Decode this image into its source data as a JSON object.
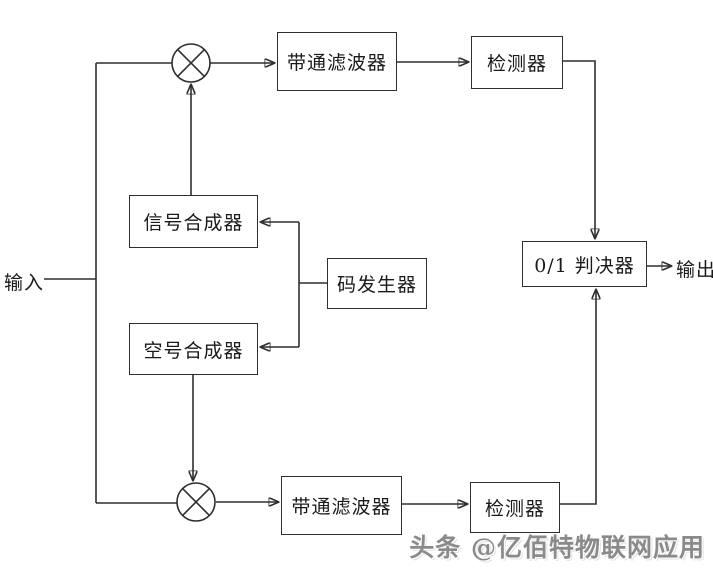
{
  "diagram": {
    "type": "block-diagram",
    "subject": "FSK modulator/demodulator signal chain",
    "labels": {
      "input": "输入",
      "output": "输出"
    },
    "blocks": {
      "bandpass_top": "带通滤波器",
      "detector_top": "检测器",
      "mark_synthesizer": "信号合成器",
      "code_generator": "码发生器",
      "space_synthesizer": "空号合成器",
      "decision": "0/1 判决器",
      "bandpass_bottom": "带通滤波器",
      "detector_bottom": "检测器"
    },
    "icons": {
      "mixer_top": "multiplier-icon",
      "mixer_bottom": "multiplier-icon"
    },
    "connections": [
      "输入 → 上混频器(×)",
      "输入 → 下混频器(×)",
      "信号合成器 → 上混频器(×)",
      "空号合成器 → 下混频器(×)",
      "码发生器 → 信号合成器",
      "码发生器 → 空号合成器",
      "上混频器(×) → 带通滤波器 → 检测器 → 0/1 判决器",
      "下混频器(×) → 带通滤波器 → 检测器 → 0/1 判决器",
      "0/1 判决器 → 输出"
    ],
    "watermark": "头条 @亿佰特物联网应用",
    "colors": {
      "line": "#2e2e2e",
      "box_border": "#2e2e2e",
      "text": "#1a1a1a",
      "watermark": "#8a8a8a",
      "background": "#ffffff"
    }
  }
}
